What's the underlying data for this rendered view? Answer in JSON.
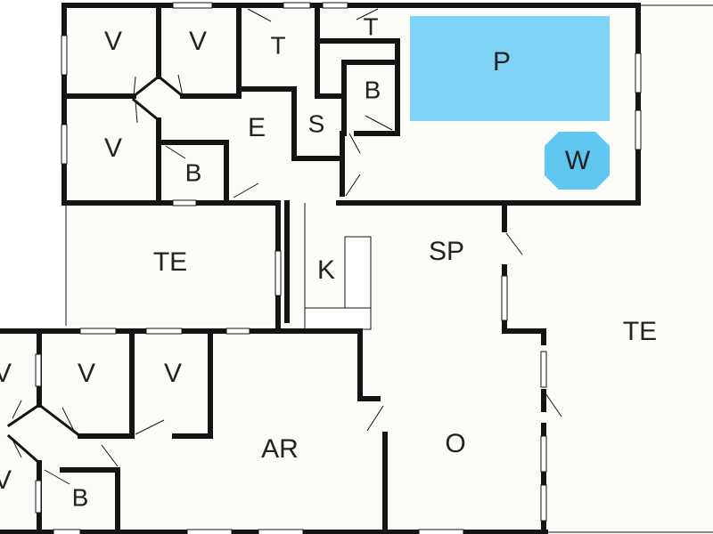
{
  "colors": {
    "floor": "#fbfcf7",
    "wall": "#141414",
    "pool": "#7fd3f5",
    "whirlpool": "#5fc6f0"
  },
  "rooms": {
    "v_top_left": "V",
    "v_top_mid": "V",
    "t_top_a": "T",
    "t_top_b": "T",
    "pool": "P",
    "v_mid_left": "V",
    "b_upper_right": "B",
    "entrance": "E",
    "sauna": "S",
    "b_upper_left": "B",
    "whirlpool": "W",
    "terrace_left": "TE",
    "kitchen": "K",
    "dining": "SP",
    "terrace_right": "TE",
    "v_bottom_edge_top": "V",
    "v_bottom_a": "V",
    "v_bottom_b": "V",
    "v_bottom_edge_bottom": "V",
    "activity": "AR",
    "living": "O",
    "b_bottom": "B"
  }
}
